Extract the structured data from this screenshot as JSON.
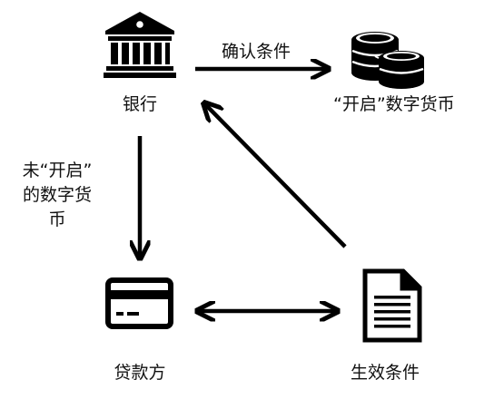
{
  "nodes": {
    "bank": {
      "label": "银行",
      "icon": "bank-icon"
    },
    "digital_currency": {
      "label": "“开启”数字货币",
      "icon": "coins-icon"
    },
    "borrower": {
      "label": "贷款方",
      "icon": "credit-card-icon"
    },
    "conditions": {
      "label": "生效条件",
      "icon": "document-icon"
    }
  },
  "edges": {
    "bank_to_currency": {
      "label": "确认条件"
    },
    "bank_to_borrower": {
      "label_lines": [
        "未“开启”",
        "的数字货",
        "币"
      ]
    },
    "borrower_conditions": {
      "label": ""
    },
    "conditions_to_bank": {
      "label": ""
    }
  }
}
